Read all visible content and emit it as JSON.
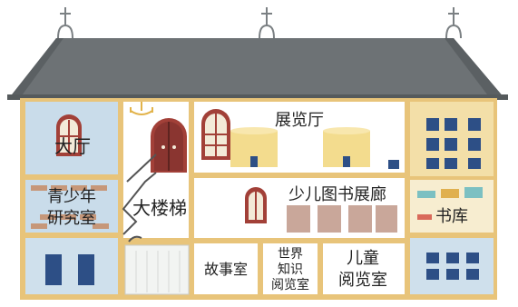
{
  "rooms": {
    "lobby": "大厅",
    "youth_lab": [
      "青少年",
      "研究室"
    ],
    "staircase": "大楼梯",
    "exhibition_hall": "展览厅",
    "kids_gallery": "少儿图书展廊",
    "bookstore": "书库",
    "story_room": "故事室",
    "world_knowledge": [
      "世界",
      "知识",
      "阅览室"
    ],
    "kids_reading": [
      "儿童",
      "阅览室"
    ]
  },
  "colors": {
    "roof": "#6d7275",
    "wall_frame": "#e8c47a",
    "left_wing": "#c9dcea",
    "right_wing": "#f3dfa8",
    "ground_blue": "#cfe0ec",
    "window_red": "#a24038",
    "window_navy": "#2d4f86"
  }
}
